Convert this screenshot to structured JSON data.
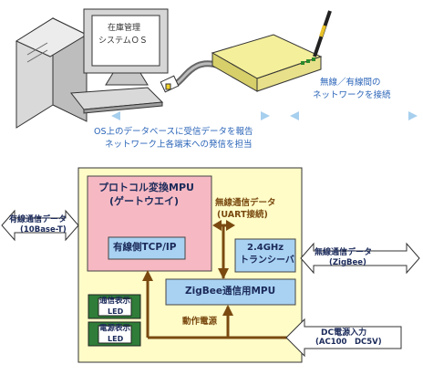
{
  "computer": {
    "screen_line1": "在庫管理",
    "screen_line2": "システムＯＳ"
  },
  "top": {
    "right_caption_line1": "無線／有線間の",
    "right_caption_line2": "ネットワークを接続",
    "center_caption_line1": "OS上のデータベースに受信データを報告",
    "center_caption_line2": "ネットワーク上各端末への発信を担当"
  },
  "board": {
    "protocol_title_line1": "プロトコル変換MPU",
    "protocol_title_line2": "(ゲートウエイ)",
    "wired_tcp": "有線側TCP/IP",
    "wireless_data_line1": "無線通信データ",
    "wireless_data_line2": "(UART接続)",
    "transceiver_line1": "2.4GHz",
    "transceiver_line2": "トランシーバ",
    "zigbee_mpu": "ZigBee通信用MPU",
    "power_label": "動作電源",
    "comm_led_line1": "通信表示",
    "comm_led_line2": "LED",
    "power_led_line1": "電源表示",
    "power_led_line2": "LED"
  },
  "left_arrow": {
    "line1": "有線通信データ",
    "line2": "(10Base-T)"
  },
  "right_arrow": {
    "line1": "無線通信データ",
    "line2": "(ZigBee)"
  },
  "dc_arrow": {
    "line1": "DC電源入力",
    "line2": "(AC100　DC5V)"
  },
  "colors": {
    "board_fill": "#fffcc8",
    "mpu_fill": "#f6b9c3",
    "blue_box_fill": "#a9d2f2",
    "led_fill": "#2f7d38",
    "power_line": "#7a4a10",
    "caption_blue": "#2a64b8"
  }
}
